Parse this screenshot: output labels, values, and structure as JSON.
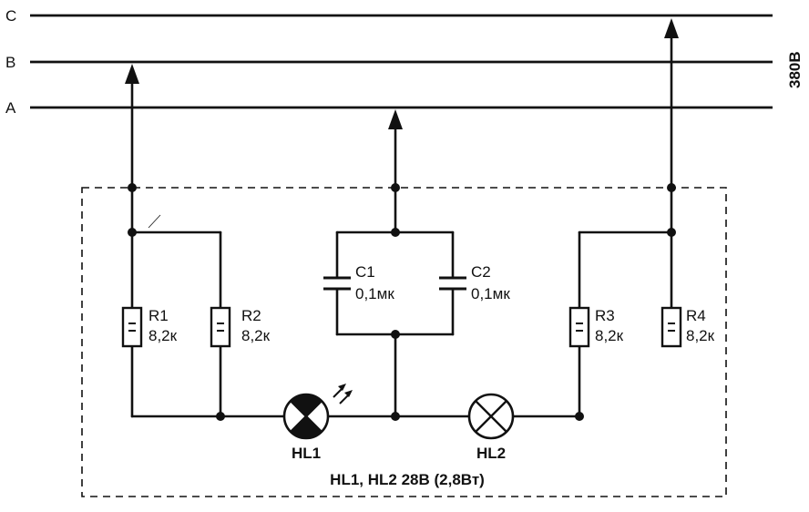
{
  "bus_lines": {
    "c": "C",
    "b": "B",
    "a": "A",
    "voltage": "380В"
  },
  "resistors": [
    {
      "name": "R1",
      "value": "8,2к"
    },
    {
      "name": "R2",
      "value": "8,2к"
    },
    {
      "name": "R3",
      "value": "8,2к"
    },
    {
      "name": "R4",
      "value": "8,2к"
    }
  ],
  "capacitors": [
    {
      "name": "C1",
      "value": "0,1мк"
    },
    {
      "name": "C2",
      "value": "0,1мк"
    }
  ],
  "lamps": [
    {
      "name": "HL1"
    },
    {
      "name": "HL2"
    }
  ],
  "note": "HL1, HL2  28В (2,8Вт)"
}
